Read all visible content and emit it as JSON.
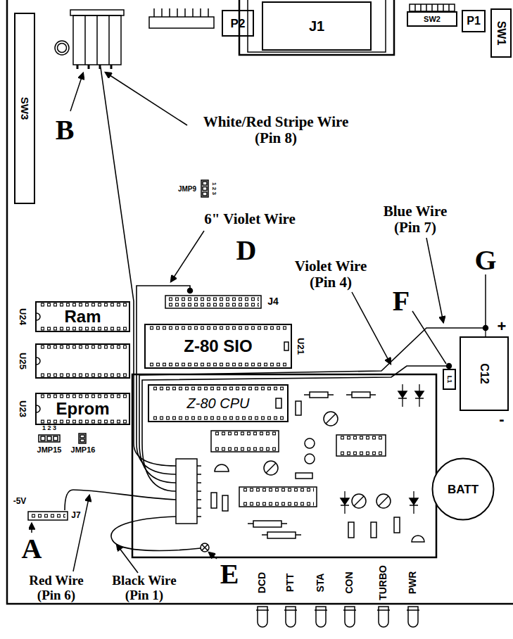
{
  "diagram": {
    "nodes": [
      {
        "text": [
          "SW3"
        ]
      },
      {
        "text": [
          "P2"
        ]
      },
      {
        "text": [
          "J1"
        ]
      },
      {
        "text": [
          "SW2"
        ]
      },
      {
        "text": [
          "P1"
        ]
      },
      {
        "text": [
          "SW1"
        ]
      },
      {
        "text": [
          "U24",
          "Ram"
        ]
      },
      {
        "text": [
          "Z-80 SIO",
          "U21"
        ]
      },
      {
        "text": [
          "U25"
        ]
      },
      {
        "text": [
          "U23",
          "Eprom"
        ]
      },
      {
        "text": [
          "C12"
        ]
      },
      {
        "text": [
          "L1"
        ]
      },
      {
        "text": [
          "Z-80 CPU"
        ]
      },
      {
        "text": [
          "BATT"
        ]
      }
    ],
    "labels": [
      "B",
      "White/Red Stripe Wire (Pin 8)",
      "JMP9",
      "1 2 3",
      "6\" Violet Wire",
      "D",
      "Blue Wire (Pin 7)",
      "G",
      "Violet Wire (Pin 4)",
      "F",
      "J4",
      "+",
      "-",
      "1 2 3",
      "JMP15",
      "JMP16",
      "-5V",
      "J7",
      "A",
      "Red Wire (Pin 6)",
      "Black Wire (Pin 1)",
      "E",
      "DCD",
      "PTT",
      "STA",
      "CON",
      "TURBO",
      "PWR"
    ]
  }
}
